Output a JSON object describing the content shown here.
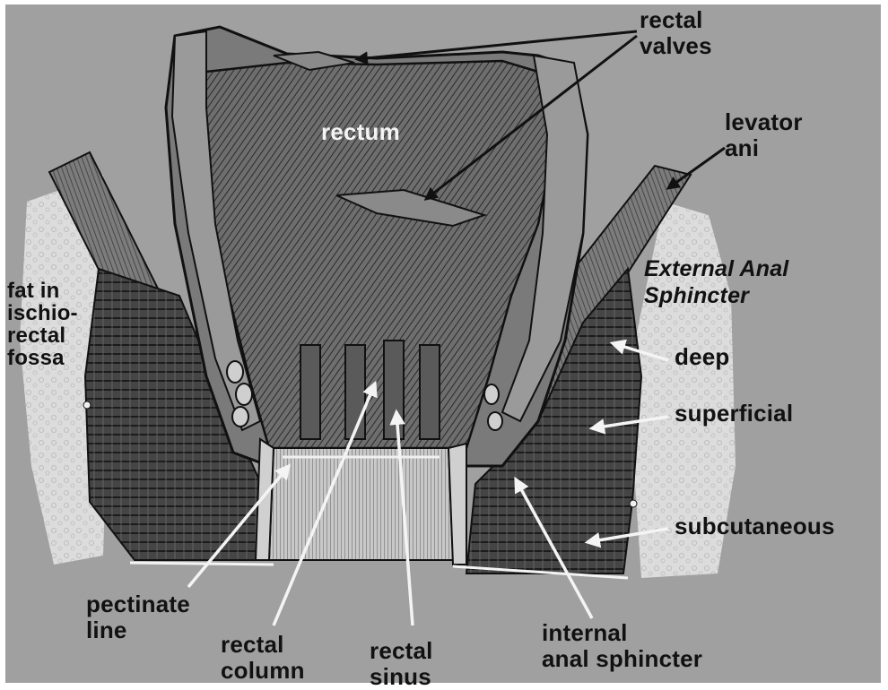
{
  "labels": {
    "rectal_valves": "rectal\nvalves",
    "levator_ani": "levator\nani",
    "rectum": "rectum",
    "fat_fossa": "fat in\nischio-\nrectal\nfossa",
    "external_anal_sphincter": "External Anal\nSphincter",
    "deep": "deep",
    "superficial": "superficial",
    "subcutaneous": "subcutaneous",
    "pectinate_line": "pectinate\nline",
    "rectal_column": "rectal\ncolumn",
    "rectal_sinus": "rectal\nsinus",
    "internal_anal_sphincter": "internal\nanal sphincter"
  },
  "colors": {
    "background": "#a0a0a0",
    "fat": "#d8d8d8",
    "muscle_dark": "#3a3a3a",
    "mucosa": "#7a7a7a",
    "wall_light": "#b8b8b8",
    "outline": "#111111",
    "arrow_white": "#f4f4f4"
  }
}
